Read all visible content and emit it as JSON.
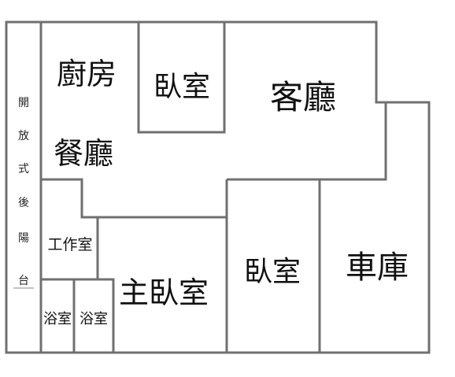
{
  "rooms": {
    "kitchen": "廚房",
    "dining": "餐廳",
    "bedroom_top": "臥室",
    "living": "客廳",
    "balcony": [
      "開",
      "放",
      "式",
      "後",
      "陽",
      "台"
    ],
    "workroom": "工作室",
    "master_bedroom": "主臥室",
    "bathroom_1": "浴室",
    "bathroom_2": "浴室",
    "bedroom_bottom": "臥室",
    "garage": "車庫"
  },
  "colors": {
    "wall": "#707070",
    "text": "#111111"
  }
}
